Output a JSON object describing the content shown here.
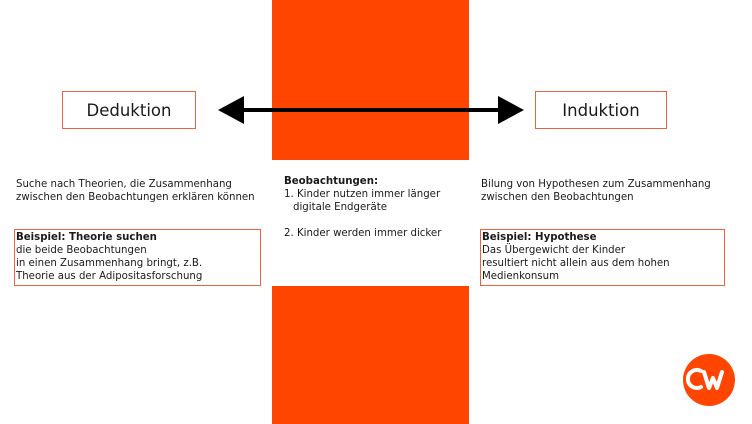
{
  "left": {
    "label": "Deduktion",
    "description": "Suche nach Theorien, die Zusammenhang zwischen den Beobachtungen erklären können",
    "example_title": "Beispiel: Theorie suchen",
    "example_lines": [
      "die beide Beobachtungen",
      "in einen Zusammenhang bringt, z.B.",
      "Theorie aus der Adipositasforschung"
    ]
  },
  "right": {
    "label": "Induktion",
    "description": "Bilung von Hypothesen zum Zusammenhang zwischen den Beobachtungen",
    "example_title": "Beispiel: Hypothese",
    "example_lines": [
      "Das Übergewicht der Kinder",
      "resultiert nicht allein aus dem hohen",
      "Medienkonsum"
    ]
  },
  "center": {
    "title": "Beobachtungen:",
    "items": [
      "1. Kinder nutzen immer länger digitale Endgeräte",
      "2. Kinder werden immer dicker"
    ]
  },
  "logo": {
    "text": "cw",
    "color": "#ff4500"
  },
  "colors": {
    "accent": "#ff4500",
    "border": "#e8643c"
  }
}
